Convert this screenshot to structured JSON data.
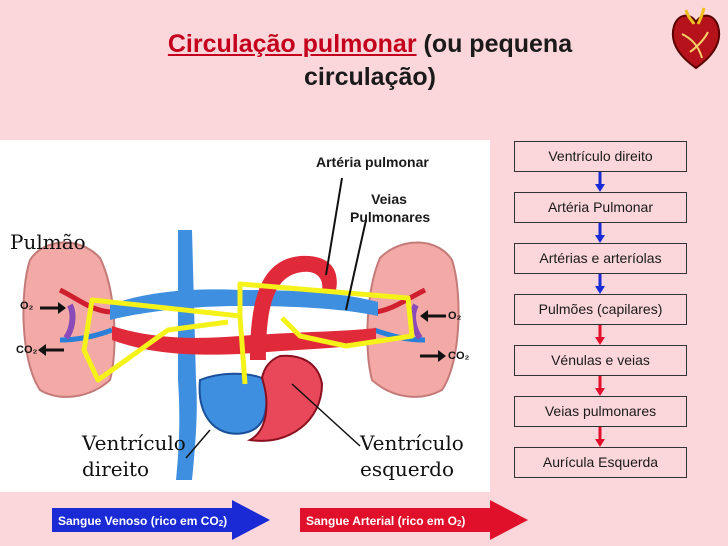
{
  "title": {
    "highlight": "Circulação pulmonar",
    "rest_line1": " (ou pequena",
    "line2": "circulação)"
  },
  "diagram": {
    "label_arteria": "Artéria pulmonar",
    "label_veias_1": "Veias",
    "label_veias_2": "Pulmonares",
    "label_pulmao": "Pulmão",
    "label_o2": "O₂",
    "label_co2": "CO₂",
    "label_vd_1": "Ventrículo",
    "label_vd_2": "direito",
    "label_ve_1": "Ventrículo",
    "label_ve_2": "esquerdo"
  },
  "flow_steps": [
    "Ventrículo direito",
    "Artéria Pulmonar",
    "Artérias e arteríolas",
    "Pulmões (capilares)",
    "Vénulas e veias",
    "Veias pulmonares",
    "Aurícula Esquerda"
  ],
  "flow_arrow_colors": [
    "#1a2bd6",
    "#1a2bd6",
    "#1a2bd6",
    "#e0102a",
    "#e0102a",
    "#e0102a"
  ],
  "legend": {
    "venous_pre": "Sangue Venoso (rico em CO",
    "venous_sub": "2",
    "venous_post": ")",
    "venous_color": "#1a2bd6",
    "arterial_pre": "Sangue Arterial (rico em O",
    "arterial_sub": "2",
    "arterial_post": ")",
    "arterial_color": "#e0102a"
  },
  "colors": {
    "background": "#fbd6da",
    "title_highlight": "#c4001c",
    "path_yellow": "#f5f21a",
    "vein_blue": "#3f8fe0",
    "artery_red": "#e02a3a",
    "lung_pink": "#f3a9a6"
  }
}
